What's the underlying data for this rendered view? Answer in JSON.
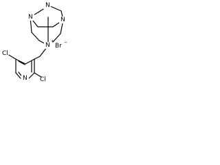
{
  "molecule": {
    "atoms": {
      "n_top": "N",
      "n_mid_left": "N",
      "n_mid_right": "N",
      "n_quaternary": "N",
      "n_pyridine": "N",
      "cl_left": "Cl",
      "cl_right": "Cl"
    },
    "quaternary_charge": "+",
    "counterion": "Br",
    "counterion_charge": "−"
  }
}
